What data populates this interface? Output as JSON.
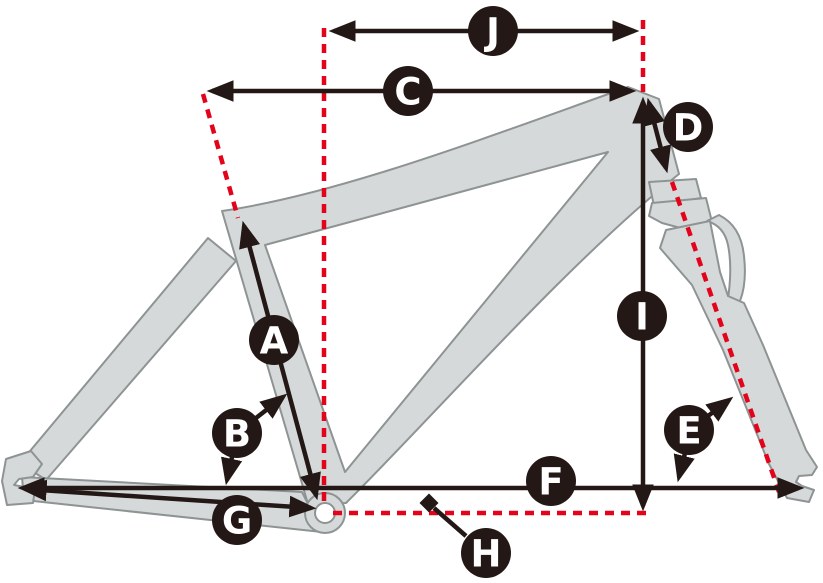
{
  "diagram": {
    "kind": "bicycle-frame-geometry-diagram",
    "markers": [
      {
        "letter": "A"
      },
      {
        "letter": "B"
      },
      {
        "letter": "C"
      },
      {
        "letter": "D"
      },
      {
        "letter": "E"
      },
      {
        "letter": "F"
      },
      {
        "letter": "G"
      },
      {
        "letter": "H"
      },
      {
        "letter": "I"
      },
      {
        "letter": "J"
      }
    ],
    "colors": {
      "reference_line_red": "#e3041b",
      "ink_black": "#231815",
      "frame_fill_gray": "#d5d9da",
      "frame_outline_gray": "#8e9394",
      "background": "#ffffff"
    }
  }
}
